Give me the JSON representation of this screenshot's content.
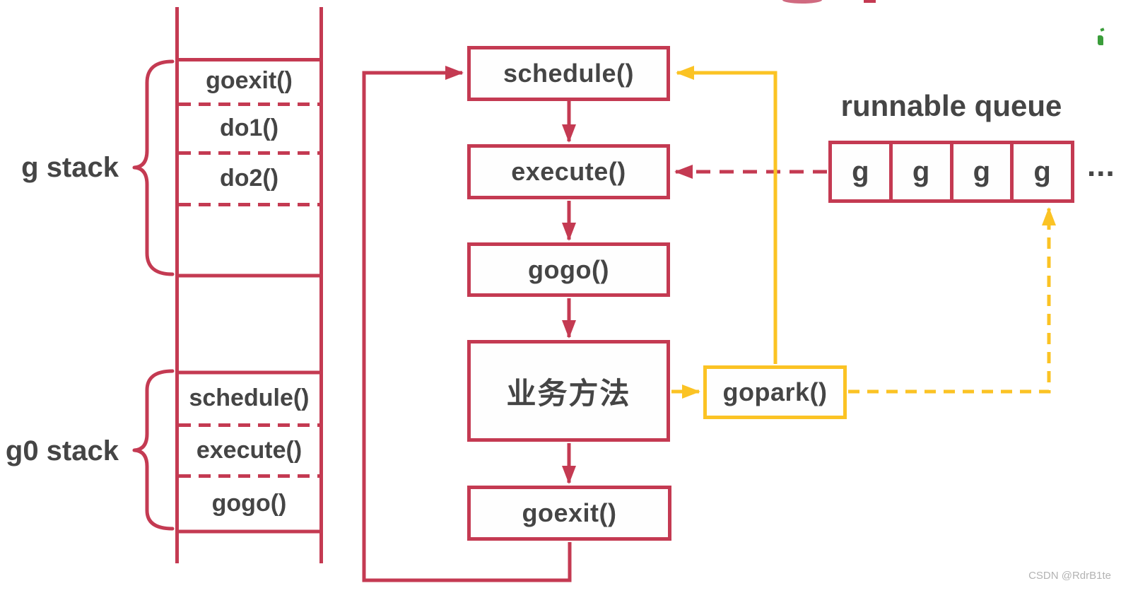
{
  "diagram": {
    "left_stack": {
      "g_stack_label": "g stack",
      "g0_stack_label": "g0 stack",
      "g_frames": [
        "goexit()",
        "do1()",
        "do2()"
      ],
      "g0_frames": [
        "schedule()",
        "execute()",
        "gogo()"
      ]
    },
    "flow": {
      "schedule": "schedule()",
      "execute": "execute()",
      "gogo": "gogo()",
      "business": "业务方法",
      "goexit": "goexit()",
      "gopark": "gopark()"
    },
    "queue": {
      "title": "runnable queue",
      "cells": [
        "g",
        "g",
        "g",
        "g"
      ],
      "ellipsis": "..."
    },
    "colors": {
      "red": "#C43A52",
      "yellow": "#FBC324",
      "text": "#454545",
      "watermark_gray": "#b3b3b3",
      "green_fragment": "#3a9d3a"
    },
    "watermark": "CSDN @RdrB1te"
  }
}
